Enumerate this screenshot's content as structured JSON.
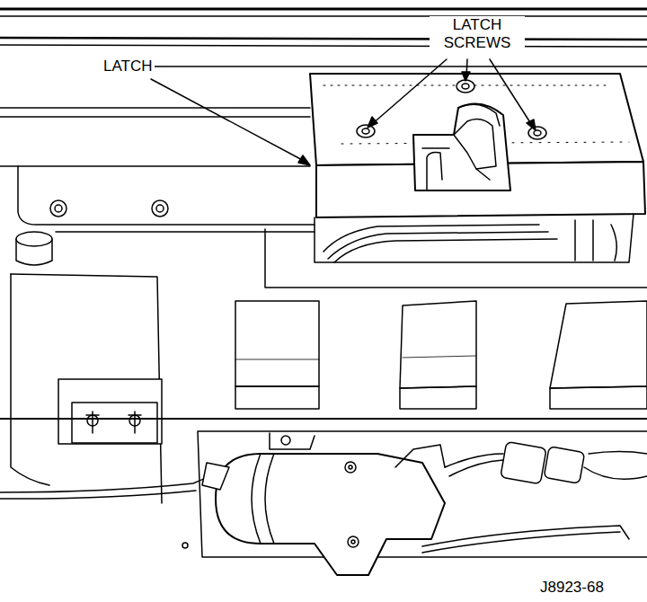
{
  "diagram": {
    "labels": [
      "LATCH SCREWS",
      "LATCH",
      "J8923-68"
    ]
  }
}
